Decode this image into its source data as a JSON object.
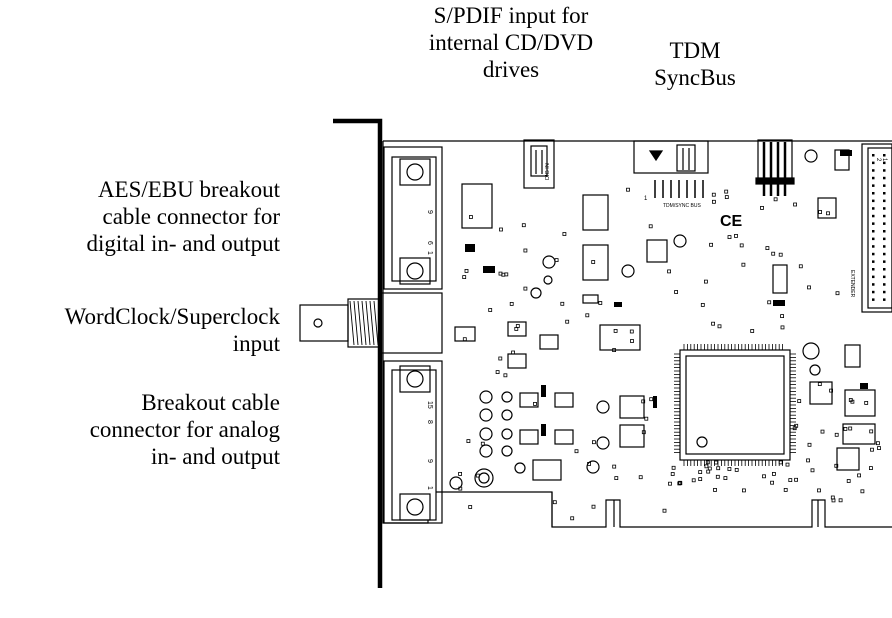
{
  "labels": {
    "spdif": [
      "S/PDIF input for",
      "internal CD/DVD",
      "drives"
    ],
    "tdm": [
      "TDM",
      "SyncBus"
    ],
    "aes": [
      "AES/EBU breakout",
      "cable connector for",
      "digital in- and output"
    ],
    "wordclock": [
      "WordClock/Superclock",
      "input"
    ],
    "analog": [
      "Breakout cable",
      "connector for analog",
      "in- and output"
    ]
  },
  "board_text": {
    "dig_in": "DIG IN",
    "tdm_sync_bus": "TDM/SYNC BUS",
    "extender": "EXTENDER",
    "ce_mark": "CE",
    "pin1_a": "1",
    "pin1_b": "1",
    "pin2": "2",
    "dsub_top_9": "9",
    "dsub_top_6": "6",
    "dsub_top_1": "1",
    "dsub_bot_15": "15",
    "dsub_bot_8": "8",
    "dsub_bot_9": "9",
    "dsub_bot_1": "1"
  }
}
